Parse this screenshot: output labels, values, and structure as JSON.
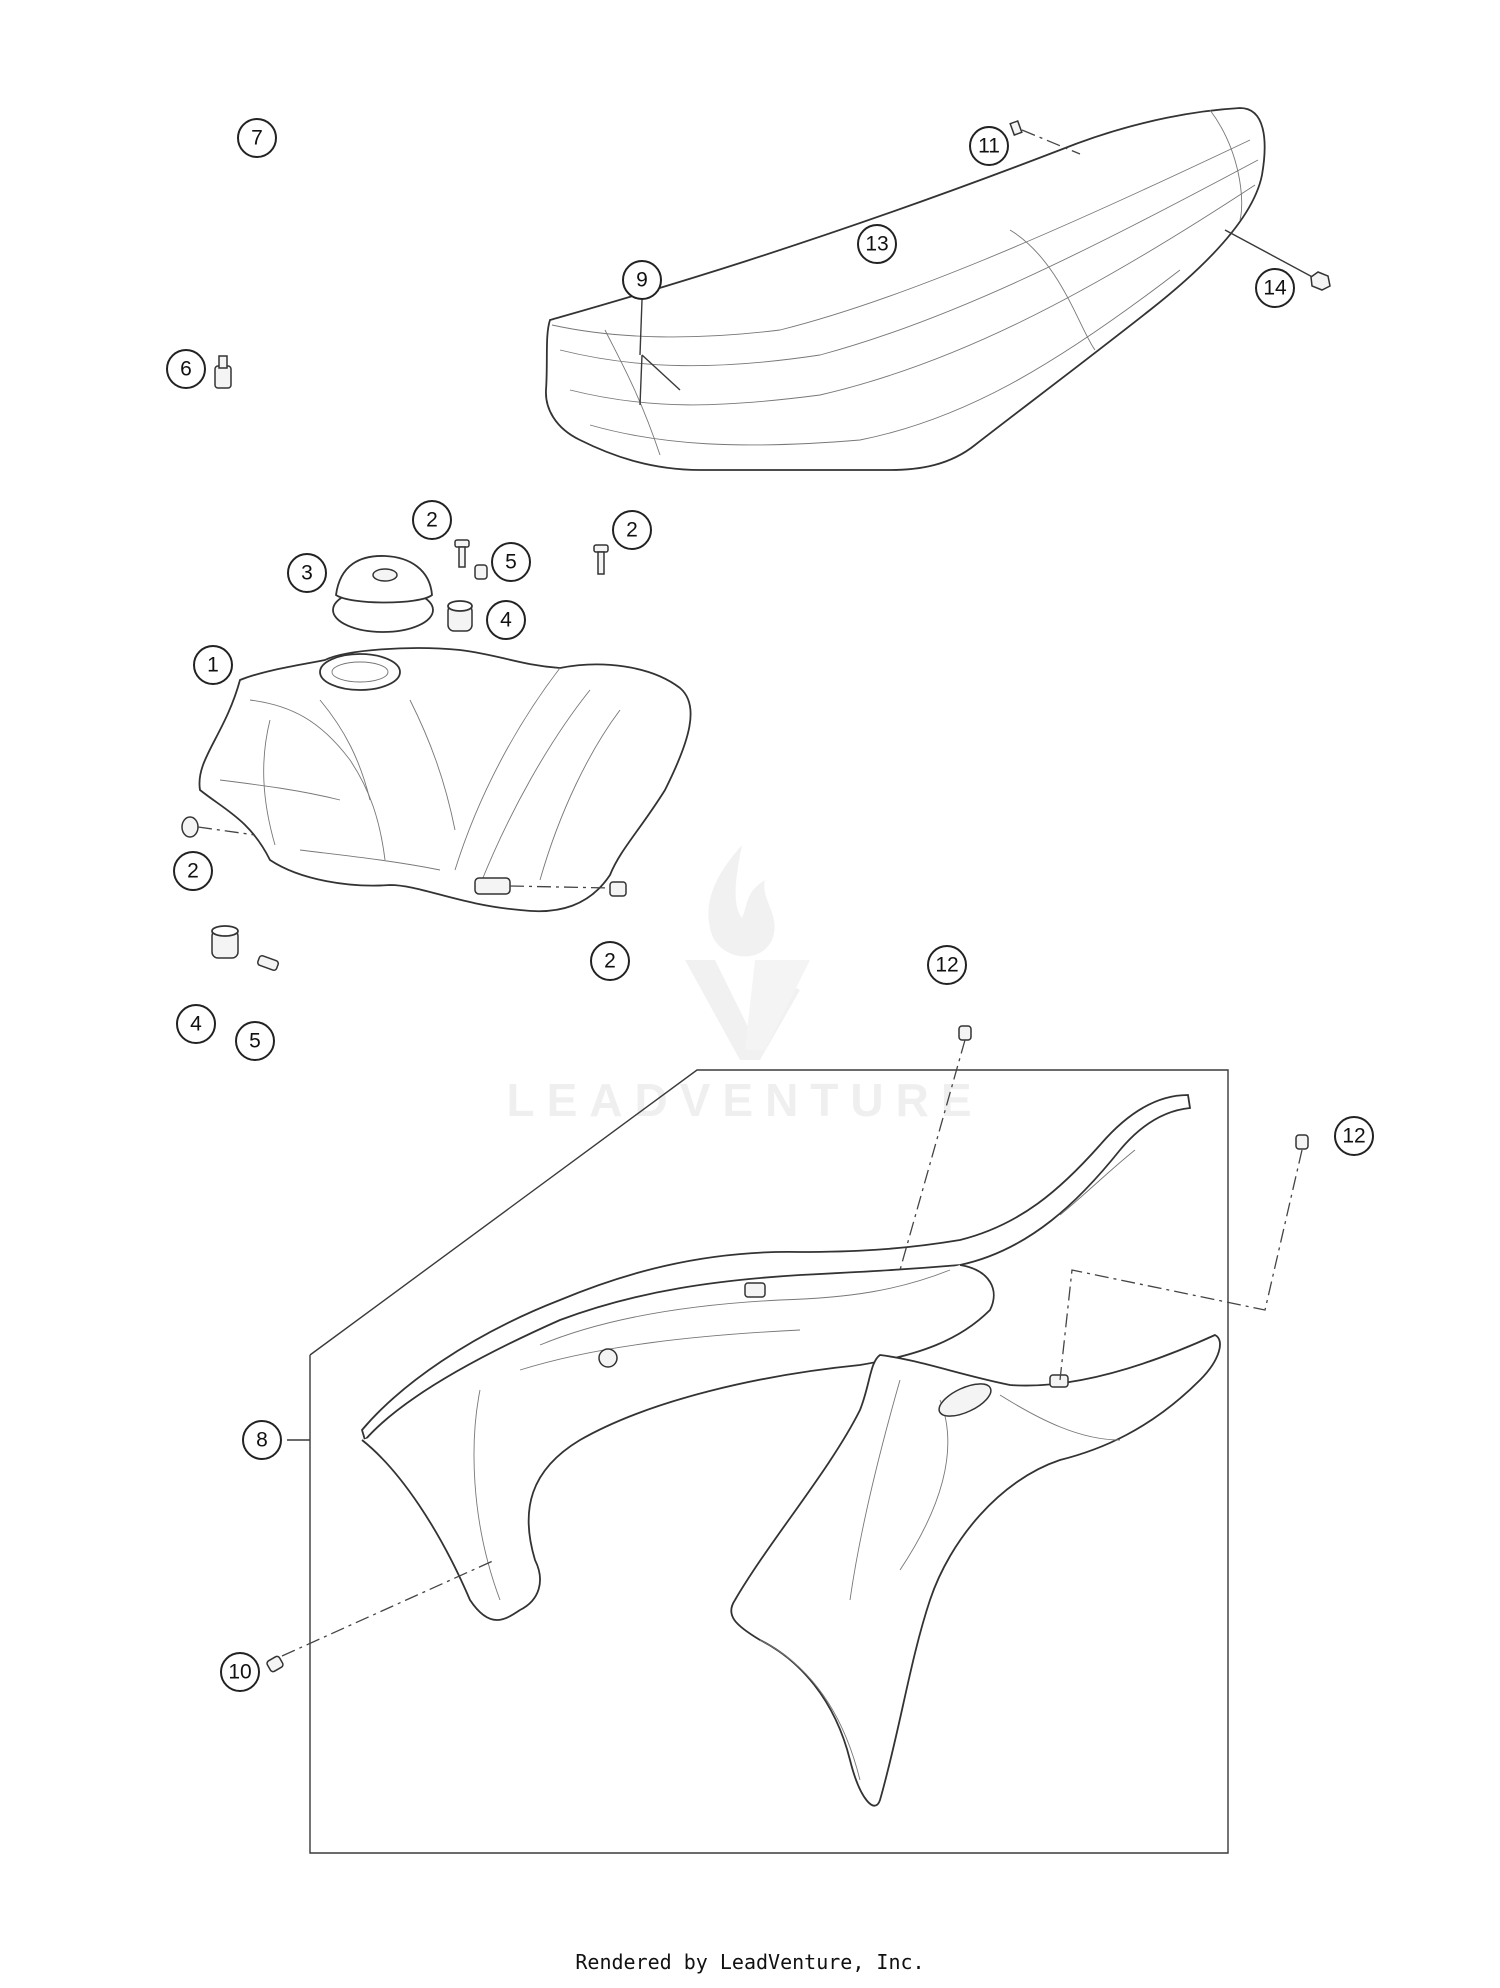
{
  "callouts": [
    "1",
    "2",
    "3",
    "4",
    "5",
    "6",
    "7",
    "8",
    "9",
    "10",
    "11",
    "12",
    "13",
    "14"
  ],
  "watermark": "LEADVENTURE",
  "footer": "Rendered by LeadVenture, Inc."
}
